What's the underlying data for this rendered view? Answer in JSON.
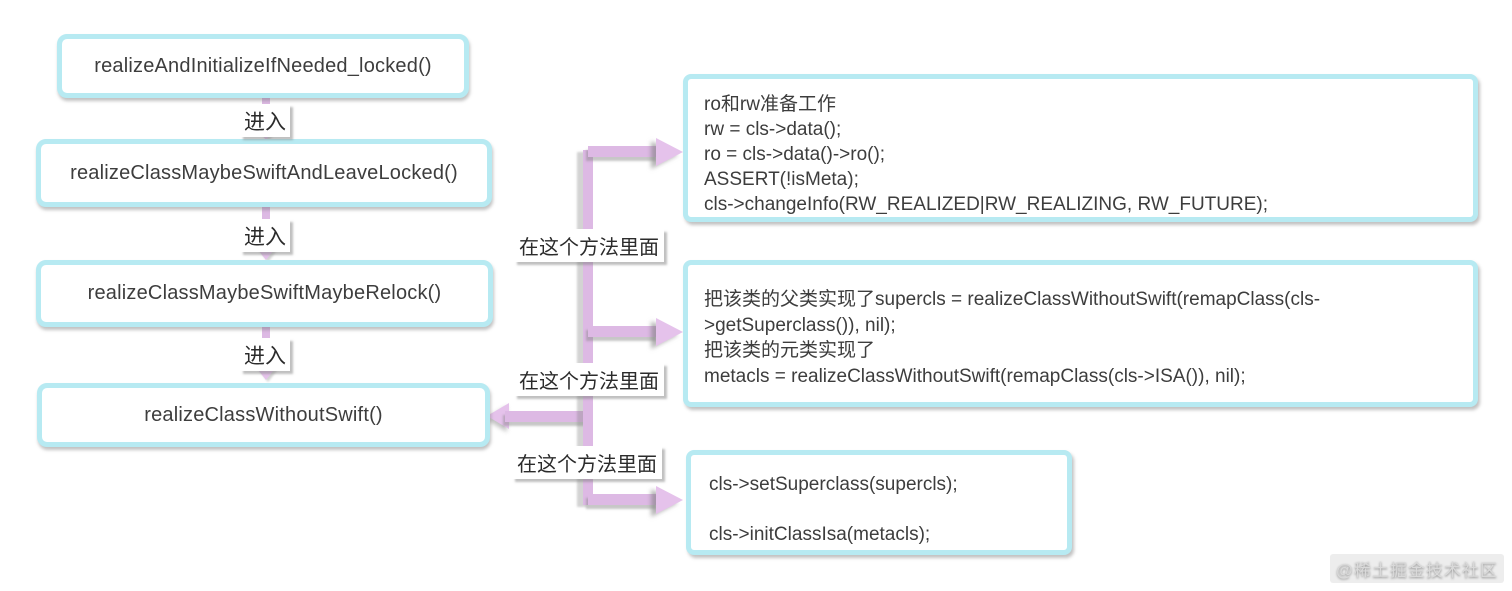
{
  "left_flow": {
    "edge_label": "进入",
    "boxes": [
      {
        "label": "realizeAndInitializeIfNeeded_locked()"
      },
      {
        "label": "realizeClassMaybeSwiftAndLeaveLocked()"
      },
      {
        "label": "realizeClassMaybeSwiftMaybeRelock()"
      },
      {
        "label": "realizeClassWithoutSwift()"
      }
    ]
  },
  "branch_label": "在这个方法里面",
  "code_boxes": [
    {
      "lines": [
        "ro和rw准备工作",
        "rw = cls->data();",
        "ro = cls->data()->ro();",
        "ASSERT(!isMeta);",
        "cls->changeInfo(RW_REALIZED|RW_REALIZING, RW_FUTURE);"
      ]
    },
    {
      "lines": [
        "把该类的父类实现了supercls = realizeClassWithoutSwift(remapClass(cls-",
        ">getSuperclass()), nil);",
        "把该类的元类实现了",
        "metacls = realizeClassWithoutSwift(remapClass(cls->ISA()), nil);"
      ]
    },
    {
      "lines": [
        "cls->setSuperclass(supercls);",
        "",
        "cls->initClassIsa(metacls);"
      ]
    }
  ],
  "watermark": "@稀土掘金技术社区",
  "colors": {
    "background": "#ffffff",
    "box_border": "#b7eaf2",
    "arrow": "#ddb9e4",
    "arrow_head": "#e5c2eb",
    "text": "#3d3d3d",
    "shadow_gray": "#8f8f8f"
  }
}
